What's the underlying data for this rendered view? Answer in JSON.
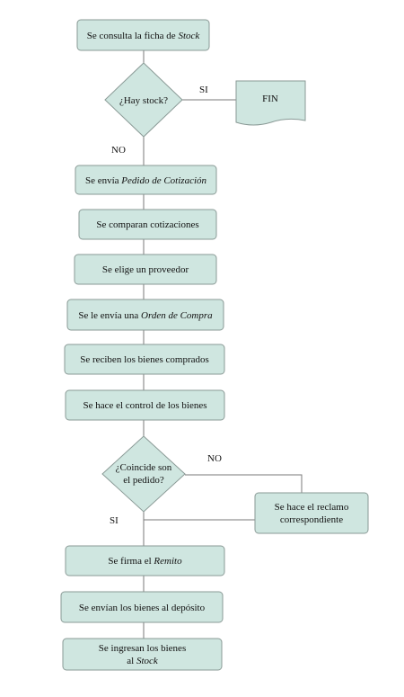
{
  "colors": {
    "fill": "#cfe6e0",
    "stroke": "#8a9a96",
    "line": "#7a7a7a",
    "text": "#111111"
  },
  "nodes": {
    "consulta": {
      "text": "Se consulta la ficha de ",
      "em": "Stock"
    },
    "hay_stock": {
      "text": "¿Hay stock?"
    },
    "fin": {
      "text": "FIN"
    },
    "pedido": {
      "text": "Se envía ",
      "em": "Pedido de Cotización"
    },
    "comparan": {
      "text": "Se comparan cotizaciones"
    },
    "elige": {
      "text": "Se elige un proveedor"
    },
    "orden": {
      "text": "Se le envía una ",
      "em": "Orden de Compra"
    },
    "reciben": {
      "text": "Se reciben los bienes comprados"
    },
    "control": {
      "text": "Se hace el control de los bienes"
    },
    "coincide": {
      "line1": "¿Coincide son",
      "line2": "el pedido?"
    },
    "reclamo": {
      "line1": "Se hace el reclamo",
      "line2": "correspondiente"
    },
    "remito": {
      "text": "Se firma el ",
      "em": "Remito"
    },
    "envian": {
      "text": "Se envían los bienes al depósito"
    },
    "ingresan": {
      "line1": "Se ingresan los bienes",
      "line2a": "al ",
      "line2em": "Stock"
    }
  },
  "labels": {
    "si_1": "SI",
    "no_1": "NO",
    "no_2": "NO",
    "si_2": "SI"
  }
}
